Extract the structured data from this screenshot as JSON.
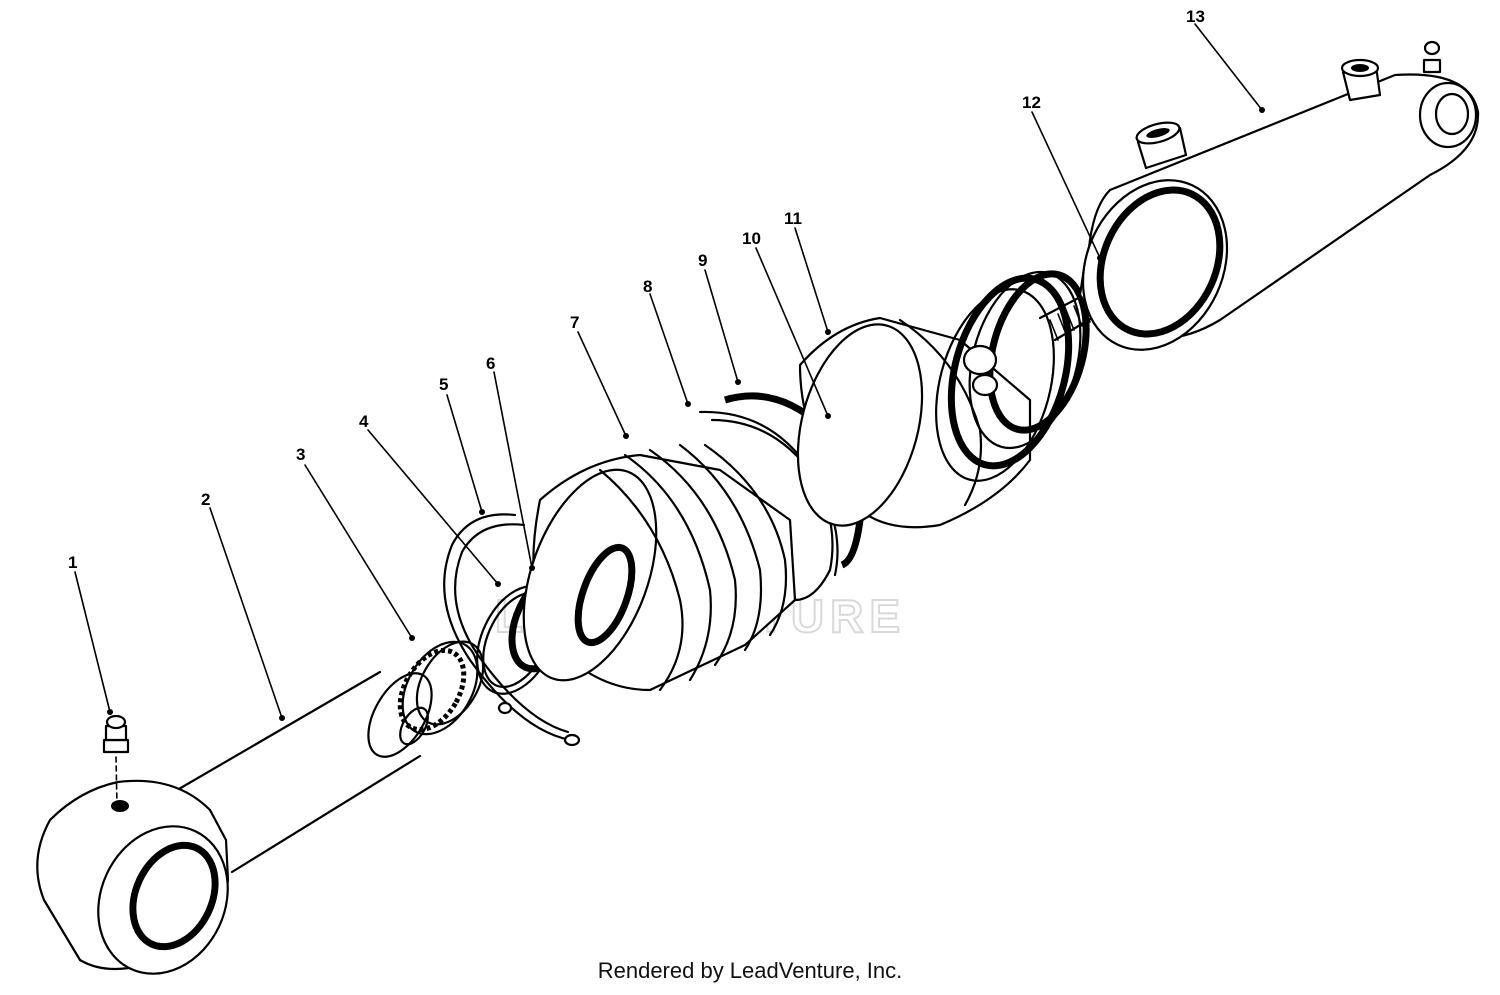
{
  "watermark": "LEADVENTURE",
  "callouts": [
    "1",
    "2",
    "3",
    "4",
    "5",
    "6",
    "7",
    "8",
    "9",
    "10",
    "11",
    "12",
    "13"
  ],
  "footer": "Rendered by LeadVenture, Inc."
}
